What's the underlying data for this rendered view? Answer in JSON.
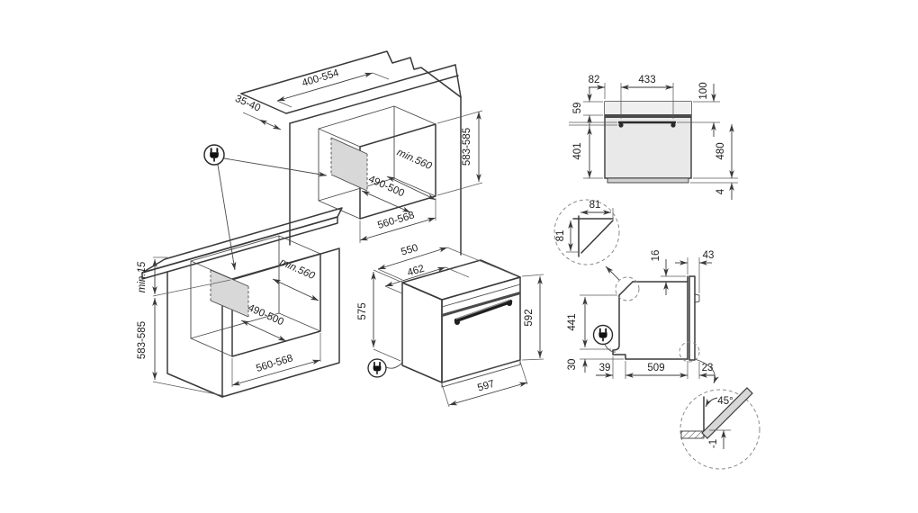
{
  "title": "Built-in oven installation diagram",
  "colors": {
    "line": "#3a3a3a",
    "door_fill": "#e9e9e9",
    "top_fill": "#f0f0f0",
    "side_fill": "#e0e0e0",
    "panel_fill": "#d8d8d8",
    "dark_band": "#4a4a4a",
    "base_strip": "#d0d0d0"
  },
  "icons": {
    "power_plug": "power-plug-icon",
    "detail_circle": "magnified-detail-circle"
  },
  "views": {
    "tall_cabinet": {
      "label": "tall-cabinet-niche-isometric",
      "dims": {
        "top_cutout": "400-554",
        "top_overhang": "35-40",
        "niche_depth": "min.560",
        "rear_width": "490-500",
        "niche_width": "560-568",
        "niche_height": "583-585"
      }
    },
    "base_cabinet": {
      "label": "under-worktop-niche-isometric",
      "dims": {
        "worktop_gap": "min.15",
        "niche_height": "583-585",
        "niche_depth": "min.560",
        "rear_width": "490-500",
        "niche_width": "560-568"
      }
    },
    "oven": {
      "label": "oven-isometric",
      "dims": {
        "depth_total": "550",
        "depth_body": "462",
        "height_rear": "575",
        "height_front": "592",
        "width": "597"
      }
    },
    "front_view": {
      "label": "oven-front-elevation",
      "dims": {
        "handle_offset": "82",
        "handle_width": "433",
        "top_to_handle": "100",
        "control_panel_height": "59",
        "handle_to_bottom": "401",
        "door_height": "480",
        "base_height": "4"
      }
    },
    "corner_detail": {
      "label": "top-corner-chamfer-detail",
      "dims": {
        "chamfer_width": "81",
        "chamfer_height": "81"
      }
    },
    "side_view": {
      "label": "oven-side-elevation",
      "dims": {
        "top_lip": "16",
        "front_clearance": "43",
        "rear_height": "441",
        "bottom_recess": "30",
        "rear_offset": "39",
        "body_depth": "509",
        "door_thickness": "23"
      }
    },
    "door_detail": {
      "label": "open-door-clearance-detail",
      "dims": {
        "open_angle": "45°",
        "bottom_drop": "-1"
      }
    }
  }
}
